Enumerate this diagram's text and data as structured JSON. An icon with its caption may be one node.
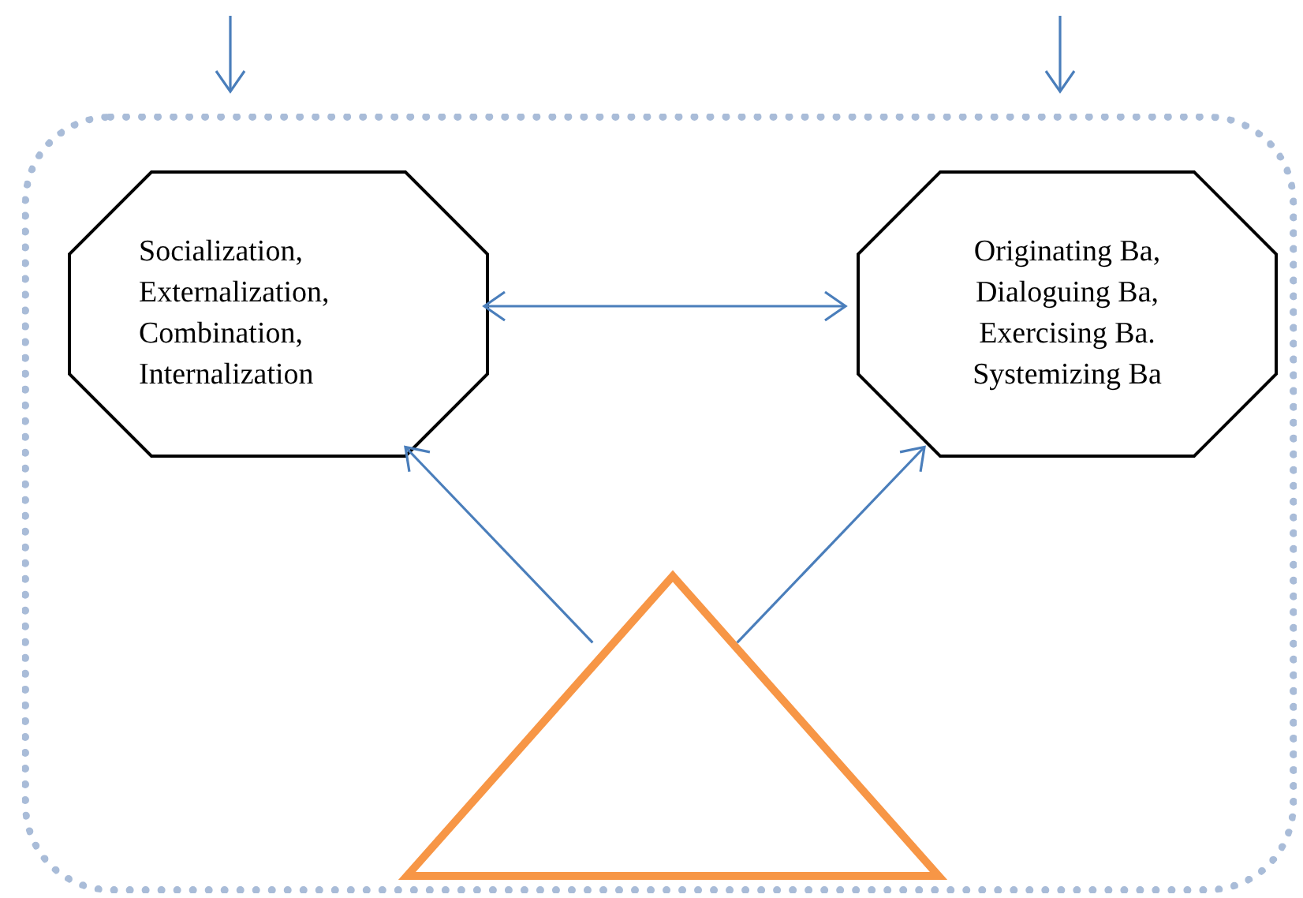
{
  "diagram": {
    "nodes": [
      {
        "text": [],
        "shape": "box"
      },
      {
        "text": [
          "Socialization, Externalization, Combination, Internalization"
        ],
        "in": 0
      },
      {
        "text": [
          "Originating Ba, Dialoguing Ba, Exercising Ba. Systemizing Ba"
        ],
        "in": 0
      },
      {
        "text": [],
        "shape": "triangle",
        "in": 0
      }
    ],
    "edges": [
      {
        "from": null,
        "to": 0,
        "arrow": "to"
      },
      {
        "from": null,
        "to": 0,
        "arrow": "to"
      },
      {
        "from": 1,
        "to": 2,
        "arrow": "both"
      },
      {
        "from": 3,
        "to": 1,
        "arrow": "to"
      },
      {
        "from": 3,
        "to": 2,
        "arrow": "to"
      }
    ]
  }
}
